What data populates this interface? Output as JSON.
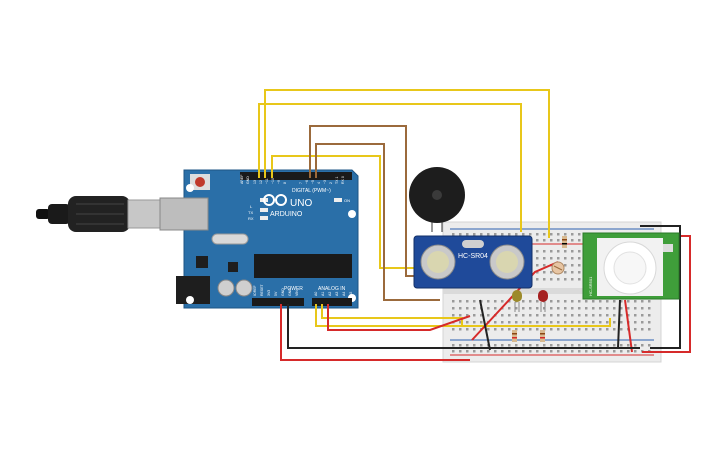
{
  "board": {
    "brand": "ARDUINO",
    "model": "UNO",
    "digital_label": "DIGITAL (PWM~)",
    "analog_label": "ANALOG IN",
    "power_label": "POWER",
    "pin_tx": "TX",
    "pin_rx": "RX",
    "pin_l": "L",
    "pin_on": "ON",
    "digital_pins": [
      "AREF",
      "GND",
      "13",
      "12",
      "~11",
      "~10",
      "~9",
      "8",
      "7",
      "~6",
      "~5",
      "4",
      "~3",
      "2",
      "TX 1",
      "RX 0"
    ],
    "analog_pins": [
      "A0",
      "A1",
      "A2",
      "A3",
      "A4",
      "A5"
    ],
    "power_pins": [
      "IOREF",
      "RESET",
      "3V3",
      "5V",
      "GND",
      "GND",
      "VIN"
    ]
  },
  "ultrasonic": {
    "label": "HC-SR04"
  },
  "pir": {
    "label": "HC-SR501"
  },
  "colors": {
    "board": "#2a6fa8",
    "wire_yellow": "#e8c71a",
    "wire_brown": "#9b6a3c",
    "wire_red": "#d62a2a",
    "wire_black": "#222222",
    "pir_green": "#3f9e3a"
  }
}
